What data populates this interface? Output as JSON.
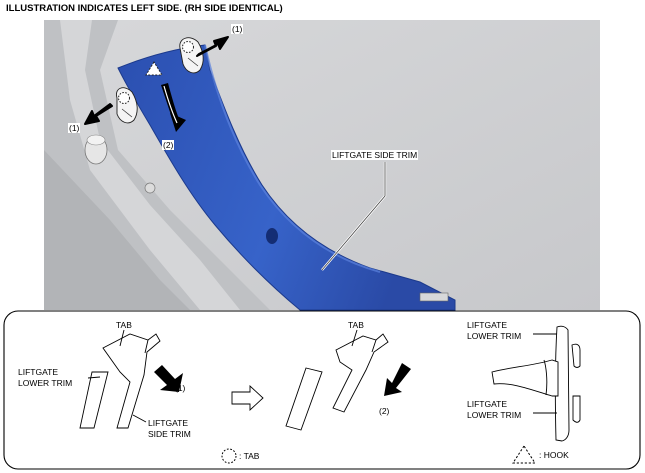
{
  "header": {
    "text": "ILLUSTRATION INDICATES LEFT SIDE. (RH SIDE IDENTICAL)"
  },
  "photo": {
    "step_upper": "(1)",
    "step_left": "(1)",
    "step_middle": "(2)",
    "part_label": "LIFTGATE SIDE TRIM"
  },
  "detail": {
    "left": {
      "tab": "TAB",
      "lower_trim_line1": "LIFTGATE",
      "lower_trim_line2": "LOWER TRIM",
      "step": "(1)",
      "side_trim_line1": "LIFTGATE",
      "side_trim_line2": "SIDE TRIM"
    },
    "middle": {
      "tab": "TAB",
      "step": "(2)"
    },
    "right": {
      "top_line1": "LIFTGATE",
      "top_line2": "LOWER TRIM",
      "bottom_line1": "LIFTGATE",
      "bottom_line2": "LOWER TRIM"
    },
    "legend": {
      "tab": ": TAB",
      "hook": ": HOOK"
    }
  },
  "colors": {
    "trim_blue": "#2f55b8",
    "trim_dark": "#1c3a8c",
    "background_gray": "#cfd0d3",
    "panel_gray": "#b9bbbe"
  }
}
